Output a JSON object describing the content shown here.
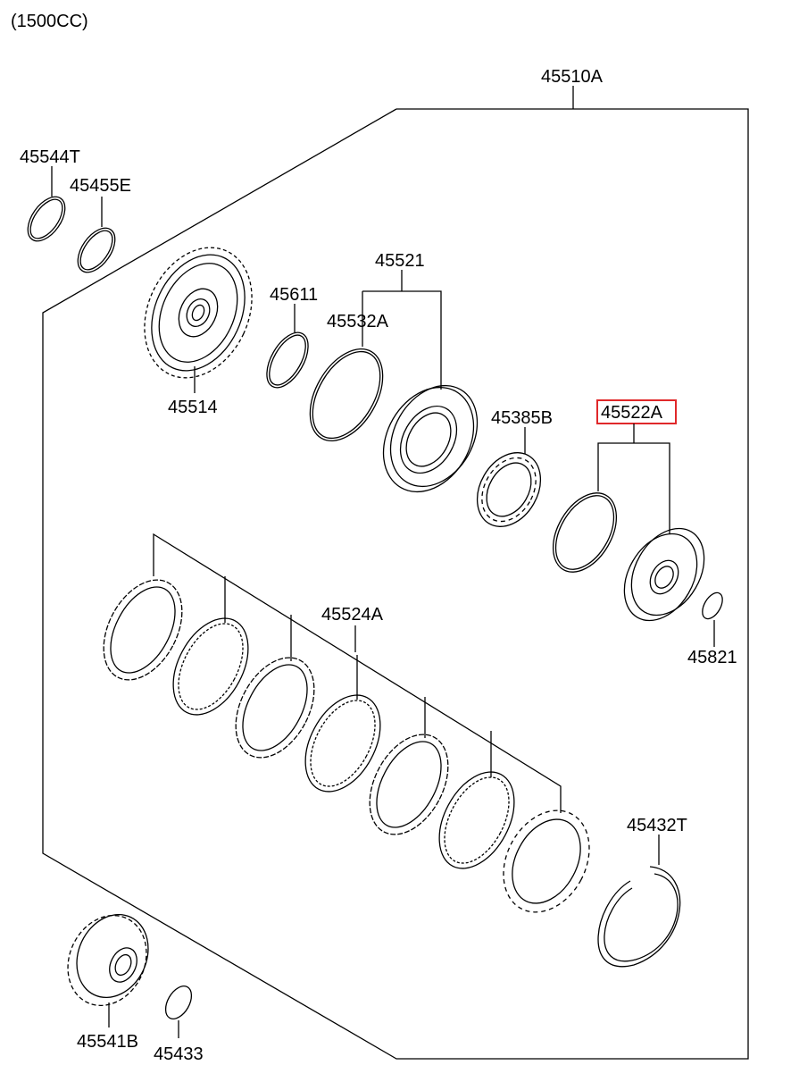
{
  "header": {
    "engine_spec": "(1500CC)"
  },
  "colors": {
    "highlight": "#e0282a",
    "line": "#000000",
    "background": "#ffffff"
  },
  "highlighted_part": "45522A",
  "parts": {
    "p45510A": "45510A",
    "p45544T": "45544T",
    "p45455E": "45455E",
    "p45521": "45521",
    "p45611": "45611",
    "p45532A": "45532A",
    "p45514": "45514",
    "p45385B": "45385B",
    "p45522A": "45522A",
    "p45821": "45821",
    "p45524A": "45524A",
    "p45432T": "45432T",
    "p45541B": "45541B",
    "p45433": "45433"
  }
}
